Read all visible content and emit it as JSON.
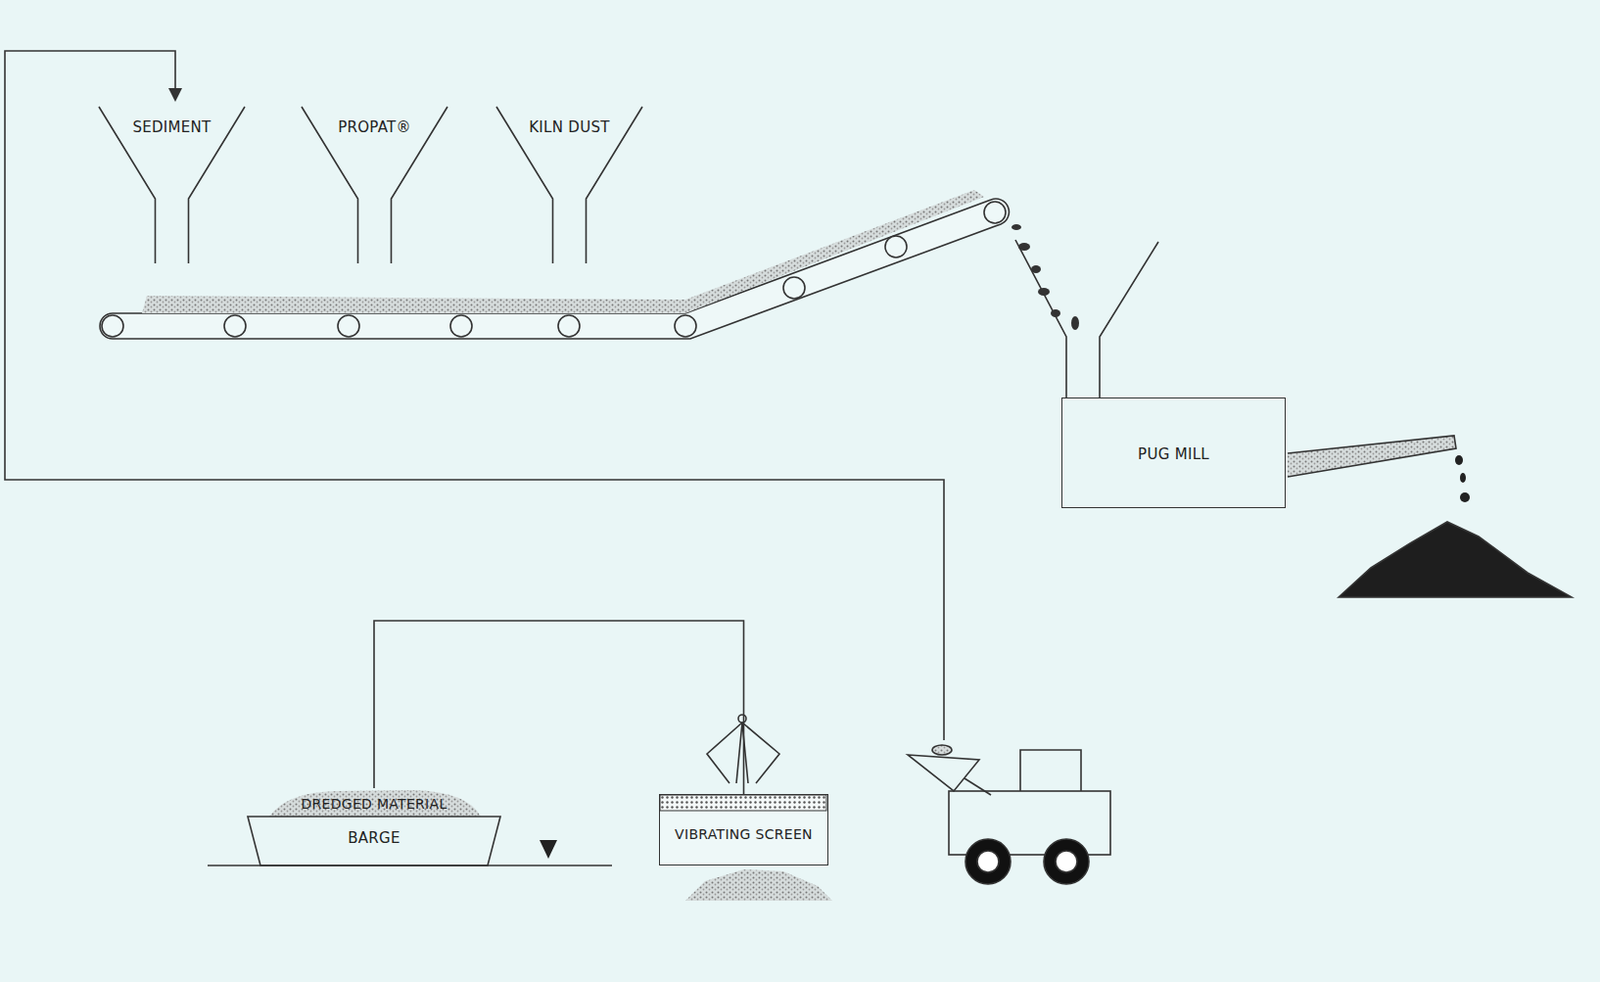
{
  "diagram": {
    "nodes": [
      {
        "text": [
          "SEDIMENT"
        ]
      },
      {
        "text": [
          "PROPAT®"
        ]
      },
      {
        "text": [
          "KILN DUST"
        ]
      },
      {
        "text": [
          "PUG MILL"
        ]
      },
      {
        "text": [
          "DREDGED MATERIAL",
          "BARGE"
        ]
      },
      {
        "text": [
          "VIBRATING SCREEN"
        ]
      }
    ],
    "edges": [
      {
        "from": 4,
        "to": 5,
        "arrow": "none"
      }
    ]
  }
}
